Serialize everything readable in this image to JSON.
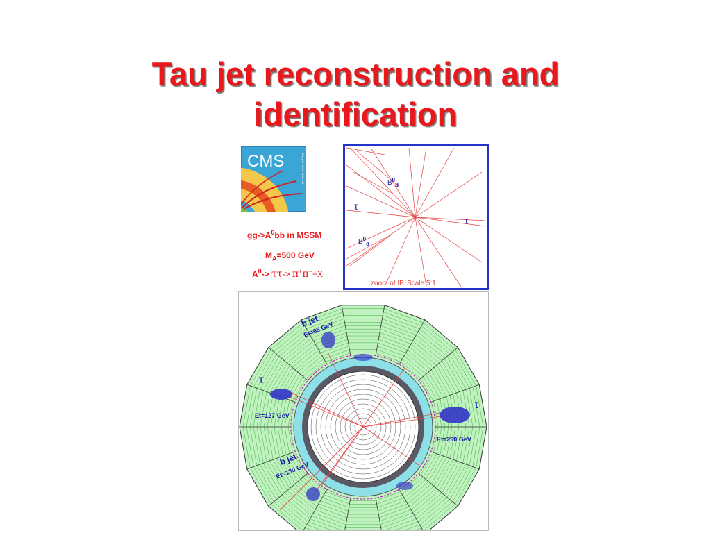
{
  "title": {
    "line1": "Tau jet reconstruction and",
    "line2": "identification"
  },
  "logo": {
    "text": "CMS",
    "side_text": "Compact Muon Solenoid"
  },
  "event": {
    "process_a": "gg->A",
    "process_sup": "0",
    "process_b": "bb in MSSM",
    "mass_a": "M",
    "mass_sub": "A",
    "mass_b": "=500 GeV",
    "decay_a": "A",
    "decay_sup": "0",
    "decay_b": "-> ",
    "decay_tautau": "ττ",
    "decay_arrow": "-> ",
    "decay_pi1": "π",
    "decay_pi1_sup": "+",
    "decay_pi2": "π",
    "decay_pi2_sup": "−",
    "decay_x": "+X"
  },
  "zoom": {
    "caption": "zoom of IP. Scale 5:1",
    "tau_left": "τ",
    "tau_right": "τ",
    "bd_top": "B",
    "bd_top_sup": "0",
    "bd_top_sub": "d",
    "bd_bottom": "B",
    "bd_bottom_sup": "0",
    "bd_bottom_sub": "d"
  },
  "display": {
    "bjet_top": "b jet",
    "bjet_top_et": "Et=65 GeV",
    "tau_left": "τ",
    "tau_left_et": "Et=127 GeV",
    "tau_right": "τ",
    "tau_right_et": "Et=290 GeV",
    "bjet_bottom": "b jet",
    "bjet_bottom_et": "Et=130 GeV"
  },
  "colors": {
    "title": "#e8181c",
    "frame": "#2233cc",
    "label_blue": "#1a1aa8",
    "hcal": "#bff2bf",
    "ecal": "#8de0e8",
    "hits": "#2a2ac8"
  }
}
